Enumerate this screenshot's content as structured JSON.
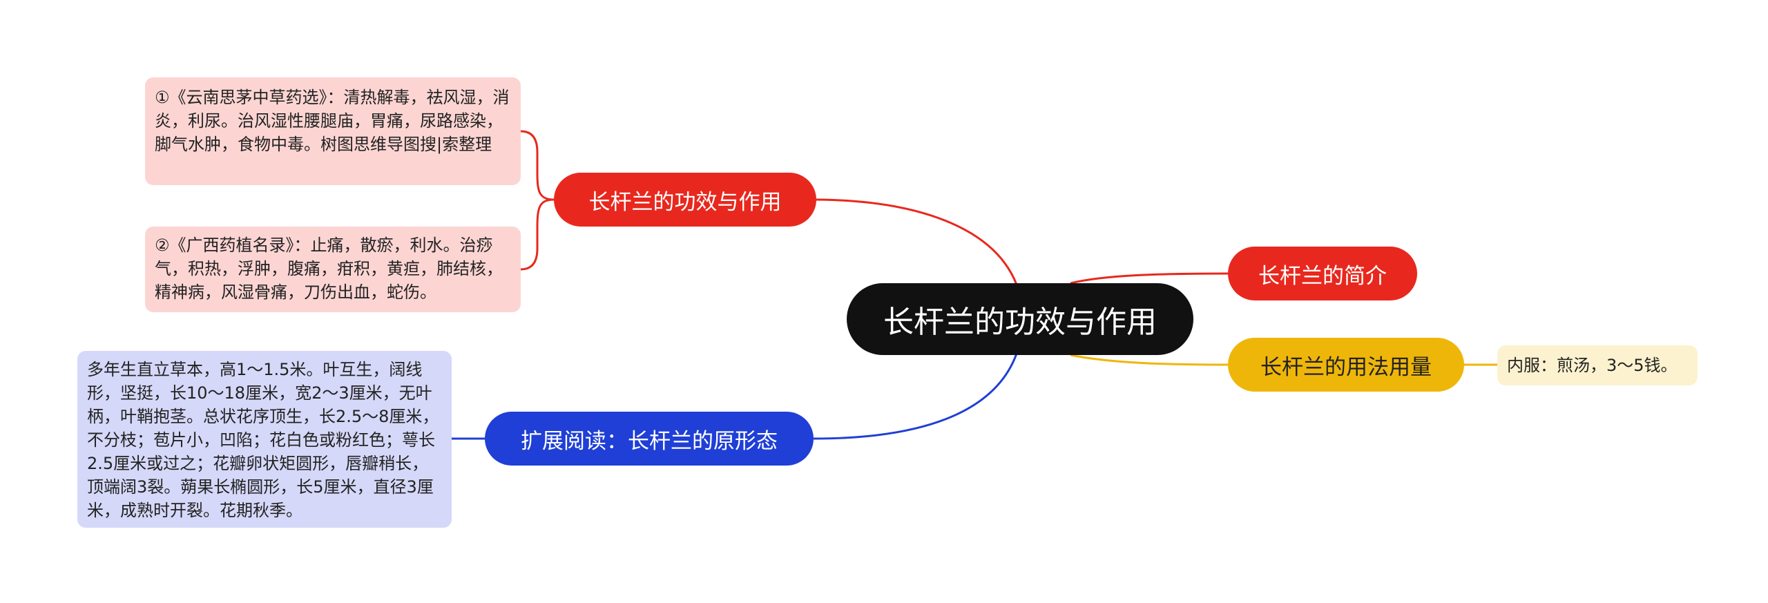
{
  "central_topic": "长杆兰的功效与作用",
  "branches": {
    "effects": {
      "label": "长杆兰的功效与作用",
      "details": [
        "①《云南思茅中草药选》：清热解毒，祛风湿，消炎，利尿。治风湿性腰腿庙，胃痛，尿路感染，脚气水肿，食物中毒。树图思维导图搜|索整理",
        "②《广西药植名录》：止痛，散瘀，利水。治痧气，积热，浮肿，腹痛，疳积，黄疸，肺结核，精神病，风湿骨痛，刀伤出血，蛇伤。"
      ]
    },
    "intro": {
      "label": "长杆兰的简介"
    },
    "usage": {
      "label": "长杆兰的用法用量",
      "details": [
        "内服：煎汤，3～5钱。"
      ]
    },
    "reading": {
      "label": "扩展阅读：长杆兰的原形态",
      "details": [
        "多年生直立草本，高1～1.5米。叶互生，阔线形，坚挺，长10～18厘米，宽2～3厘米，无叶柄，叶鞘抱茎。总状花序顶生，长2.5～8厘米，不分枝；苞片小，凹陷；花白色或粉红色；萼长2.5厘米或过之；花瓣卵状矩圆形，唇瓣稍长，顶端阔3裂。蒴果长椭圆形，长5厘米，直径3厘米，成熟时开裂。花期秋季。"
      ]
    }
  },
  "colors": {
    "root": "#111111",
    "red": "#e8281e",
    "yellow": "#efb60a",
    "blue": "#1f3fd6",
    "pink_leaf": "#fcd5d3",
    "blue_leaf": "#d5d8f8",
    "cream_leaf": "#fdf2cf"
  }
}
